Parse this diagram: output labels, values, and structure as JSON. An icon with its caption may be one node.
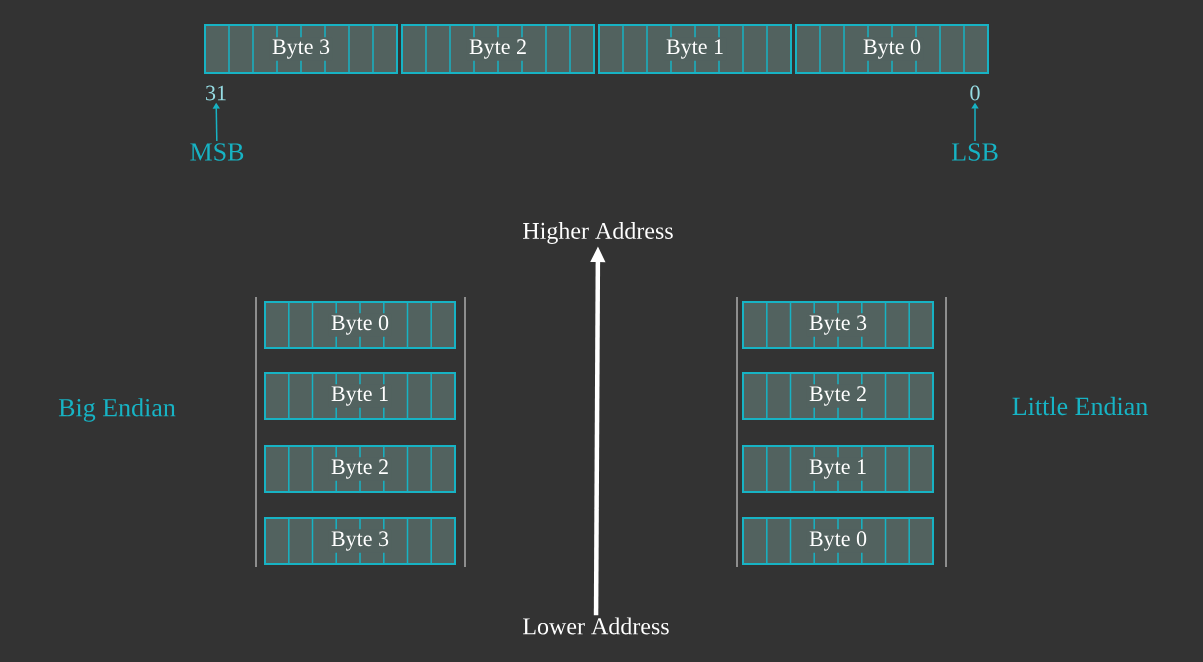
{
  "diagram": {
    "nodes": [
      {
        "text": [
          "Byte 3"
        ]
      },
      {
        "text": [
          "Byte 2"
        ]
      },
      {
        "text": [
          "Byte 1"
        ]
      },
      {
        "text": [
          "Byte 0"
        ]
      },
      {
        "text": [
          "31"
        ]
      },
      {
        "text": [
          "MSB"
        ]
      },
      {
        "text": [
          "0"
        ]
      },
      {
        "text": [
          "LSB"
        ]
      },
      {
        "text": [
          "Higher Address"
        ]
      },
      {
        "text": [
          "Byte 0"
        ]
      },
      {
        "text": [
          "Byte 1"
        ]
      },
      {
        "text": [
          "Byte 2"
        ]
      },
      {
        "text": [
          "Byte 3"
        ]
      },
      {
        "text": [
          "Byte 3"
        ]
      },
      {
        "text": [
          "Byte 2"
        ]
      },
      {
        "text": [
          "Byte 1"
        ]
      },
      {
        "text": [
          "Byte 0"
        ]
      },
      {
        "text": [
          "Lower Address"
        ]
      }
    ],
    "edges": [
      {
        "from": 5,
        "to": 4,
        "arrow": "to"
      },
      {
        "from": 7,
        "to": 6,
        "arrow": "to"
      },
      {
        "from": 17,
        "to": 8,
        "arrow": "to",
        "style": "thick",
        "color": "#ffffff"
      }
    ],
    "labels": [
      "Big Endian",
      "Little Endian"
    ]
  }
}
